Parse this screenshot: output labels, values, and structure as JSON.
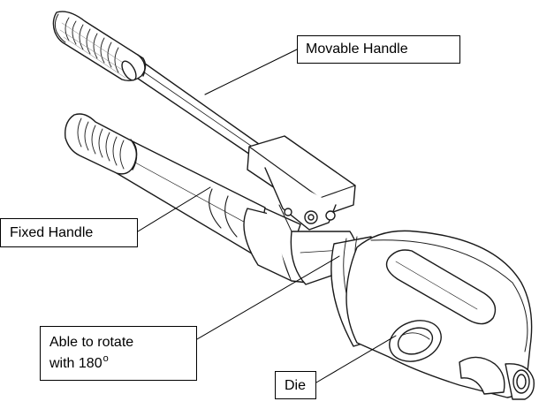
{
  "callouts": {
    "movable_handle": "Movable Handle",
    "fixed_handle": "Fixed Handle",
    "rotate_line1": "Able to rotate",
    "rotate_line2": "with 180",
    "rotate_sup": "o",
    "die": "Die"
  }
}
